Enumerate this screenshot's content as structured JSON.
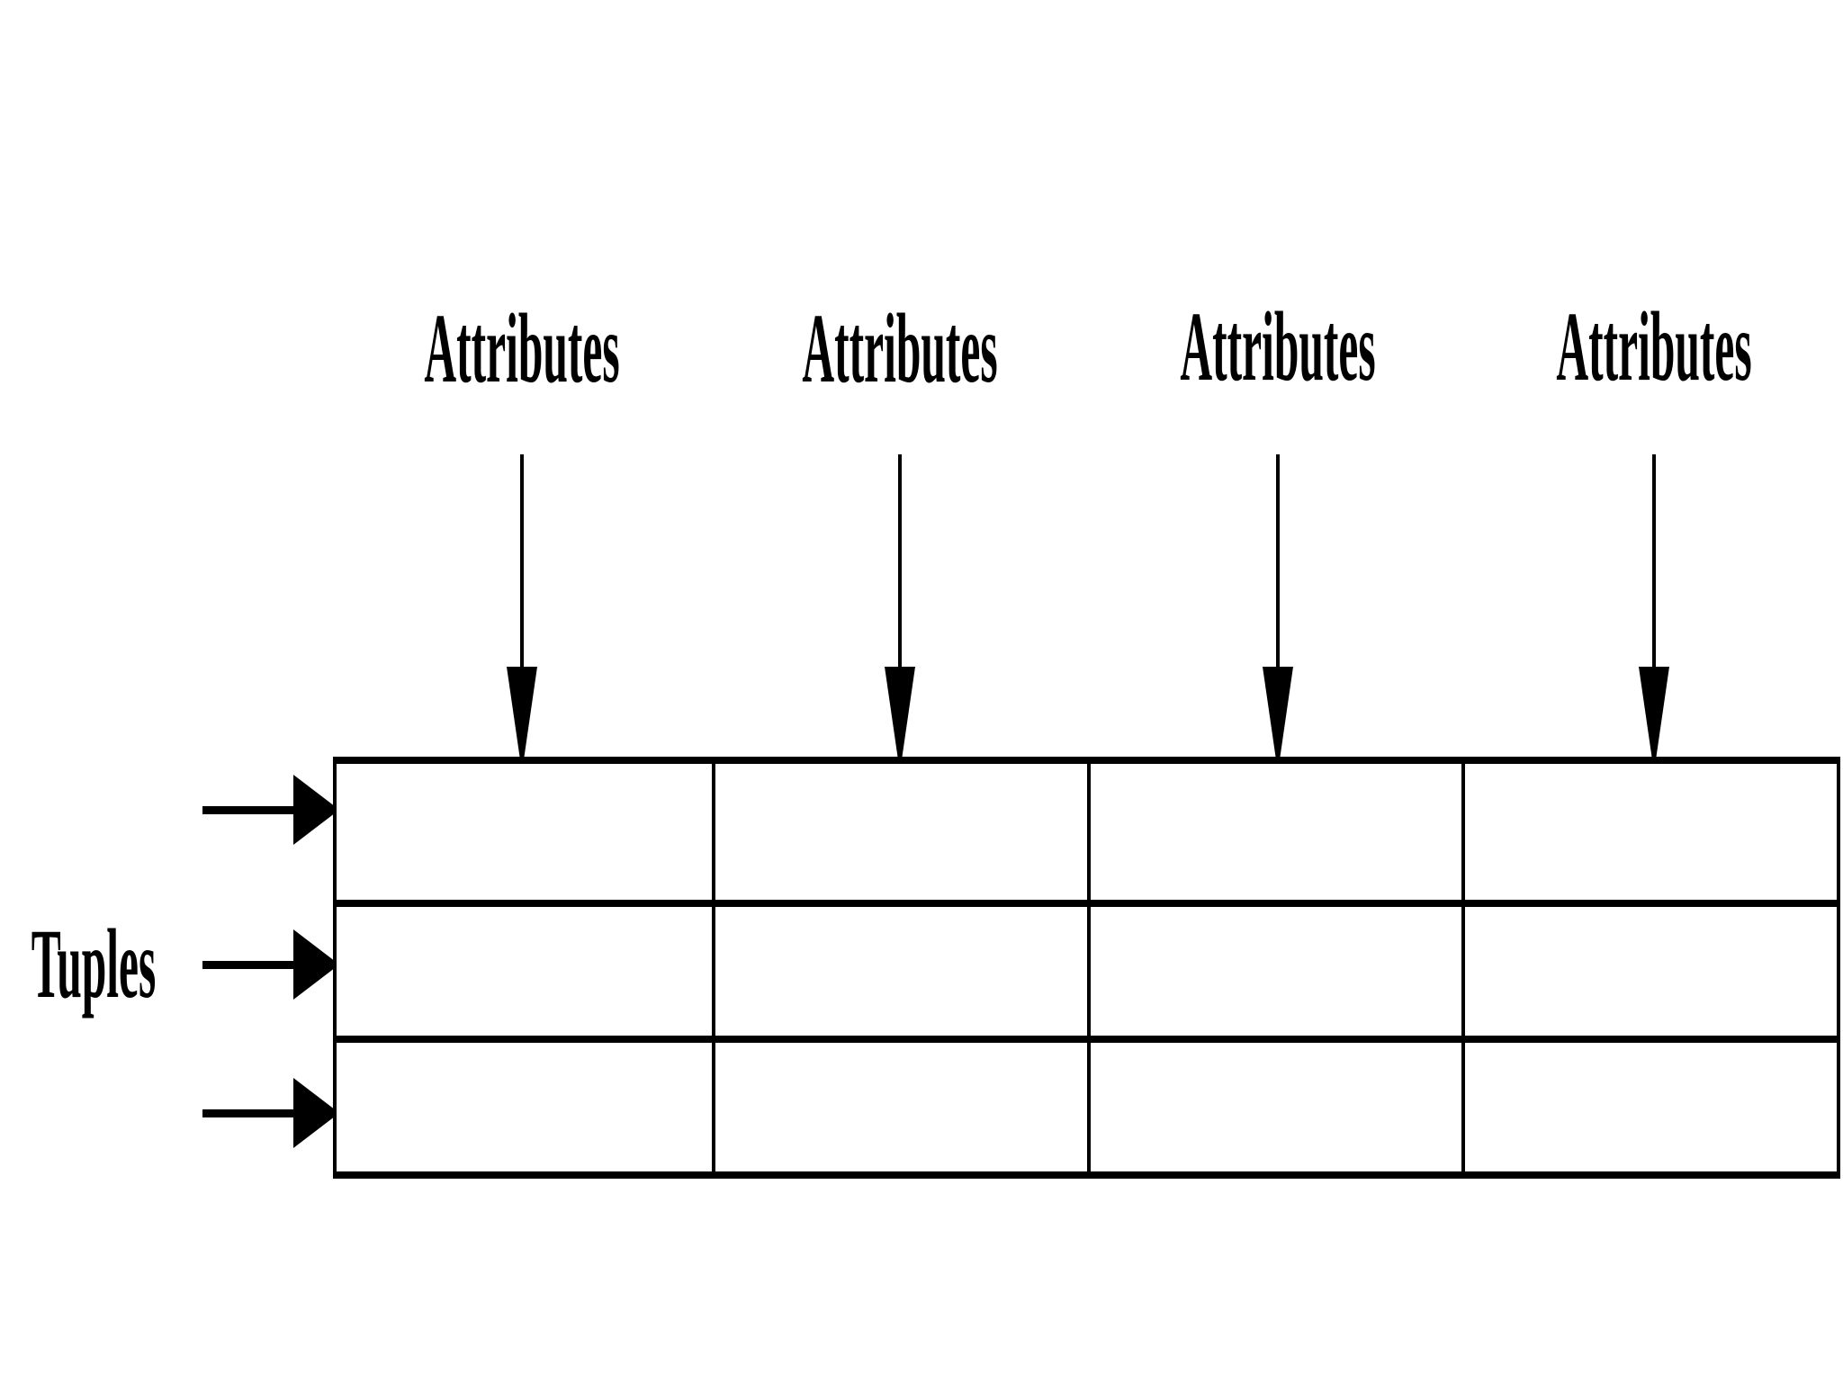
{
  "diagram": {
    "type": "relational-table-structure",
    "column_labels": [
      {
        "text": "Attributes"
      },
      {
        "text": "Attributes"
      },
      {
        "text": "Attributes"
      },
      {
        "text": "Attributes"
      }
    ],
    "row_label": "Tuples",
    "table": {
      "rows": 3,
      "columns": 4,
      "cells_empty": true
    },
    "arrows": {
      "column_pointers": 4,
      "row_pointers": 3
    },
    "colors": {
      "ink": "#000000",
      "background": "#ffffff"
    }
  }
}
